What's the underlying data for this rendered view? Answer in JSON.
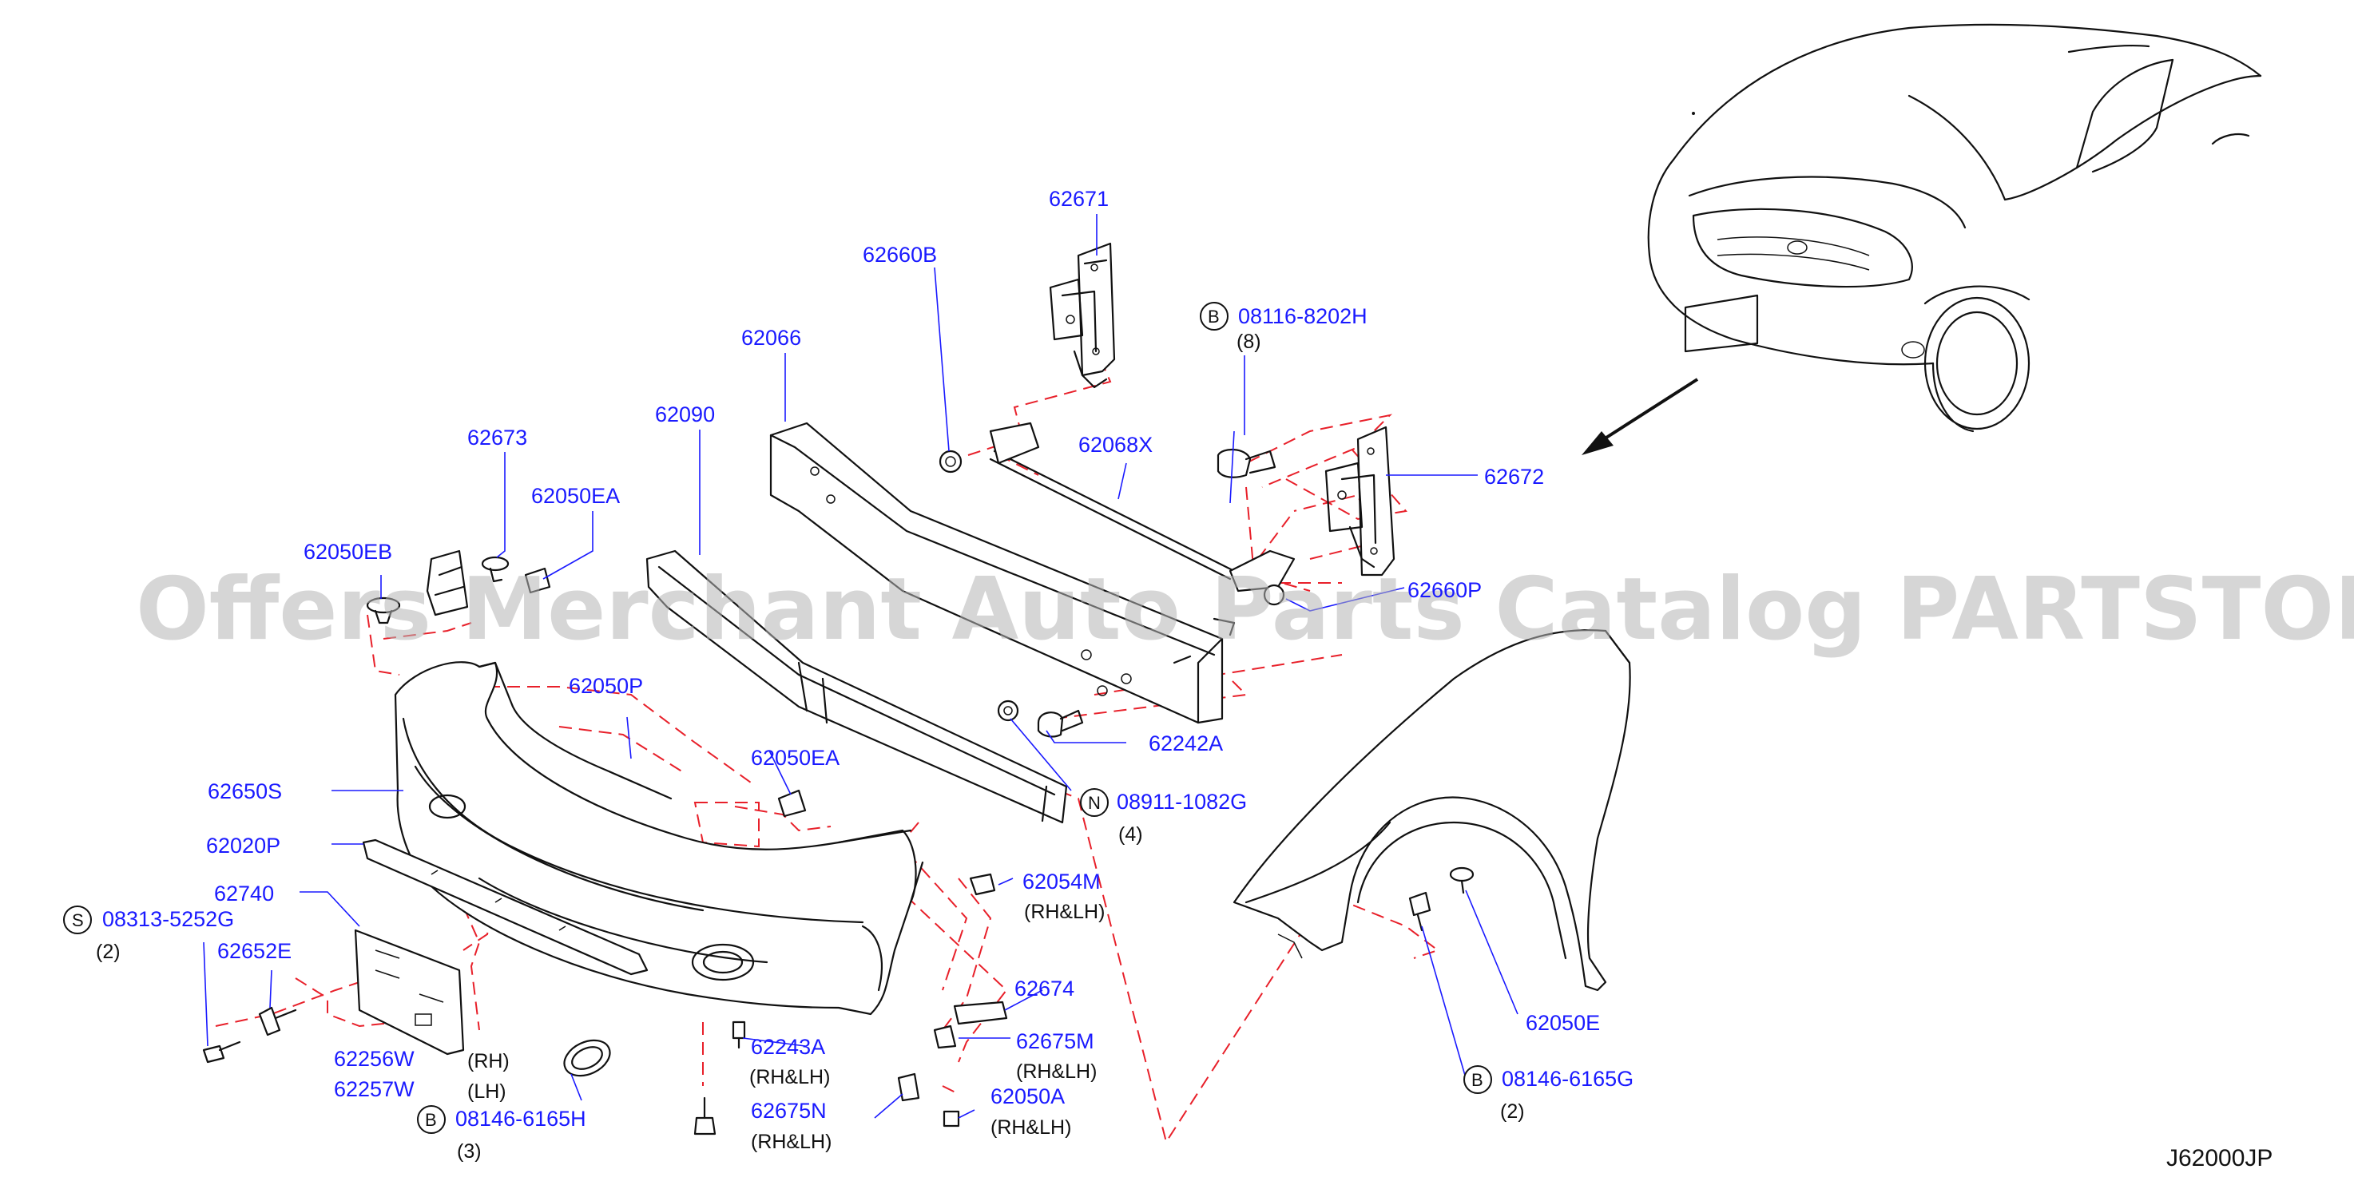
{
  "watermark": "Offers Merchant Auto Parts Catalog PARTSTORE.SA",
  "diagram_code": "J62000JP",
  "parts": {
    "p62671": "62671",
    "p62660B": "62660B",
    "p62066": "62066",
    "p62090": "62090",
    "p62673": "62673",
    "p62050EA_top": "62050EA",
    "p62050EB": "62050EB",
    "p62068X": "62068X",
    "p62672": "62672",
    "p62660P": "62660P",
    "p62050P": "62050P",
    "p62050EA_mid": "62050EA",
    "p62242A": "62242A",
    "p08911": "08911-1082G",
    "p62650S": "62650S",
    "p62020P": "62020P",
    "p62740": "62740",
    "p08313": "08313-5252G",
    "p62652E": "62652E",
    "p62054M": "62054M",
    "p62674": "62674",
    "p62675M": "62675M",
    "p62243A": "62243A",
    "p62256W": "62256W",
    "p62257W": "62257W",
    "p08146_left": "08146-6165H",
    "p62675N": "62675N",
    "p62050A": "62050A",
    "p62050E": "62050E",
    "p08116": "08116-8202H",
    "p08146_right": "08146-6165G"
  },
  "notes": {
    "q8": "(8)",
    "q4": "(4)",
    "q2_s": "(2)",
    "q3": "(3)",
    "q2_b": "(2)",
    "rhlh_54m": "(RH&LH)",
    "rhlh_75m": "(RH&LH)",
    "rhlh_43a": "(RH&LH)",
    "rhlh_75n": "(RH&LH)",
    "rhlh_50a": "(RH&LH)",
    "rh": "(RH)",
    "lh": "(LH)"
  },
  "markers": {
    "b": "B",
    "n": "N",
    "s": "S"
  },
  "colors": {
    "part_number": "#1a1aff",
    "dashed_guide": "#e8202a",
    "linework": "#111111",
    "watermark": "#b5b5b5"
  }
}
